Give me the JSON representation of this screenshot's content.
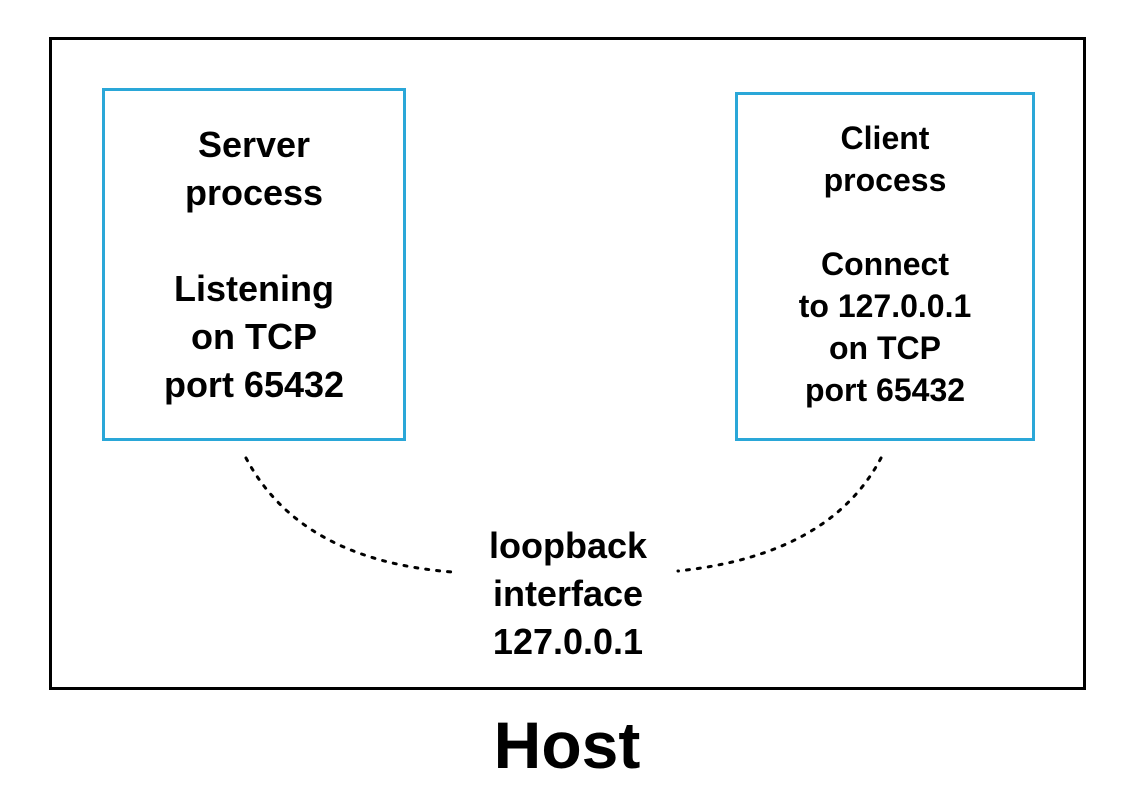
{
  "server": {
    "title_line1": "Server",
    "title_line2": "process",
    "desc_line1": "Listening",
    "desc_line2": "on TCP",
    "desc_line3": "port 65432"
  },
  "client": {
    "title_line1": "Client",
    "title_line2": "process",
    "desc_line1": "Connect",
    "desc_line2": "to 127.0.0.1",
    "desc_line3": "on TCP",
    "desc_line4": "port 65432"
  },
  "loopback": {
    "line1": "loopback",
    "line2": "interface",
    "line3": "127.0.0.1"
  },
  "host_label": "Host",
  "colors": {
    "box_border": "#2aa7d8",
    "frame": "#000000"
  }
}
